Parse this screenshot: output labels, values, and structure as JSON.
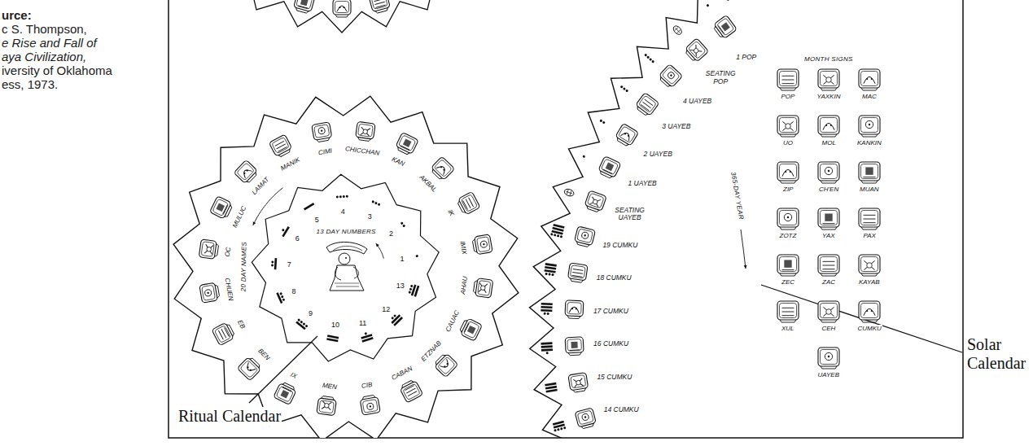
{
  "diagram": {
    "labels": [
      "urce:",
      "c S. Thompson,",
      "e Rise and Fall of",
      "aya Civilization,",
      "iversity of Oklahoma",
      "ess, 1973.",
      "Ritual Calendar",
      "Solar Calendar",
      "20 DAY NAMES",
      "13 DAY NUMBERS",
      "IMIX",
      "IK",
      "AKBAL",
      "KAN",
      "CHICCHAN",
      "CIMI",
      "MANIK",
      "LAMAT",
      "MULUC",
      "OC",
      "CHUEN",
      "EB",
      "BEN",
      "IX",
      "MEN",
      "CIB",
      "CABAN",
      "ETZNAB",
      "CAUAC",
      "AHAU",
      "1",
      "2",
      "3",
      "4",
      "5",
      "6",
      "7",
      "8",
      "9",
      "10",
      "11",
      "12",
      "13",
      "365-DAY YEAR",
      "1 POP",
      "SEATING POP",
      "4 UAYEB",
      "3 UAYEB",
      "2 UAYEB",
      "1 UAYEB",
      "SEATING UAYEB",
      "19 CUMKU",
      "18 CUMKU",
      "17 CUMKU",
      "16 CUMKU",
      "15 CUMKU",
      "14 CUMKU",
      "MONTH SIGNS",
      "POP",
      "UO",
      "ZIP",
      "ZOTZ",
      "ZEC",
      "XUL",
      "YAXKIN",
      "MOL",
      "CH'EN",
      "YAX",
      "ZAC",
      "CEH",
      "MAC",
      "KANKIN",
      "MUAN",
      "PAX",
      "KAYAB",
      "CUMKU",
      "UAYEB"
    ]
  }
}
